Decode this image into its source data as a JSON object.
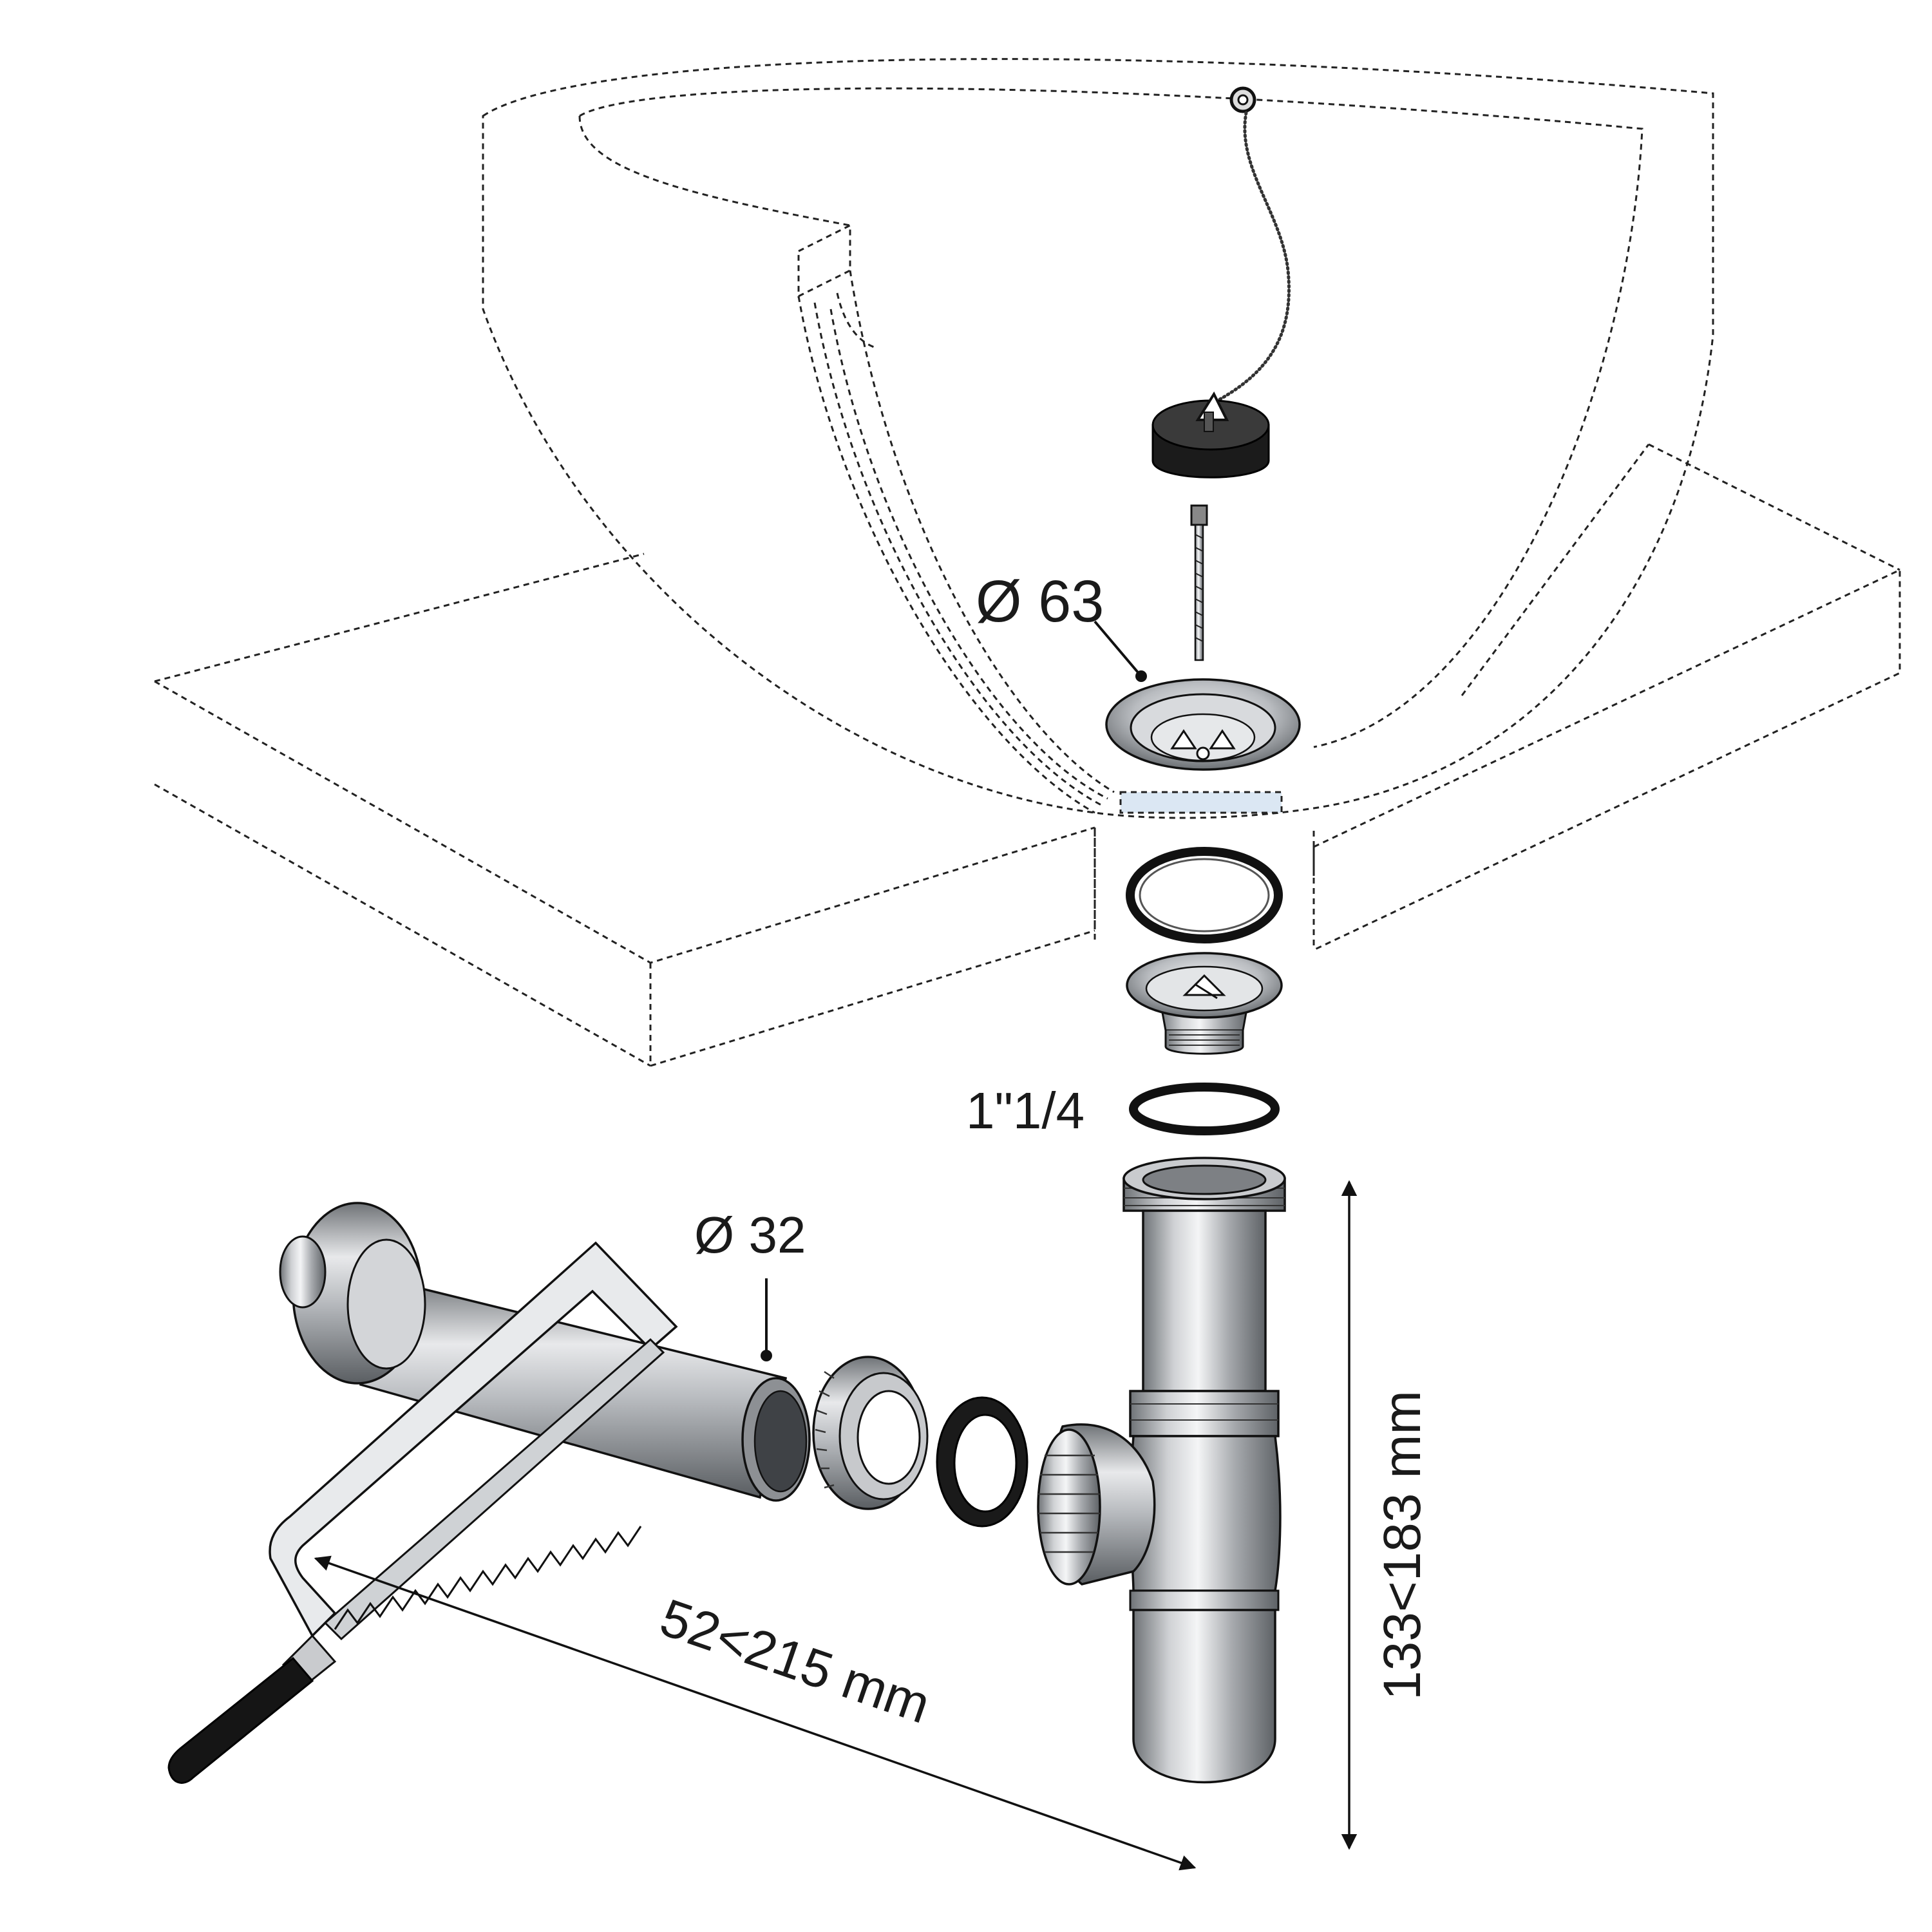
{
  "labels": {
    "basket_diameter": "Ø 63",
    "thread_size": "1\"1/4",
    "pipe_diameter": "Ø 32",
    "horizontal_dimension": "52<215 mm",
    "vertical_dimension": "133<183 mm"
  },
  "colors": {
    "metal": "#bfc1c4",
    "metal_dark": "#7b7e82",
    "rubber": "#141414",
    "outline": "#111111",
    "background": "#ffffff"
  }
}
